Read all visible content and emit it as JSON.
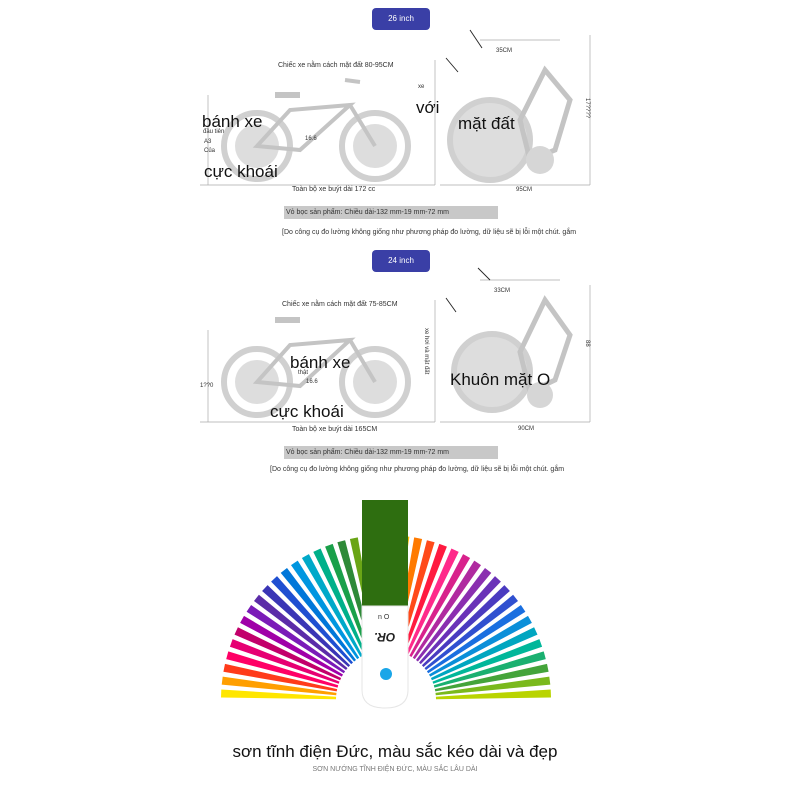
{
  "bike26": {
    "badge": "26 inch",
    "saddle_height": "Chiếc xe nằm cách mặt đất 80-95CM",
    "label_xe": "xe",
    "label_voi": "với",
    "label_wheel": "bánh xe",
    "label_first": "đầu tiên",
    "label_a3": "A3",
    "label_cua": "Của",
    "label_pedal": "cực khoái",
    "label_ground": "mặt đất",
    "label_16": "16.6",
    "top_dim": "35CM",
    "right_dim": "17????",
    "bottom_dim": "95CM",
    "total_length": "Toàn bộ xe buýt dài 172 cc",
    "packaging": "Vỏ bọc sản phẩm: Chiều dài-132 mm-19 mm-72 mm",
    "disclaimer": "[Do công cụ đo lường không giống như phương pháp đo lường, dữ liệu sẽ bị lỗi một chút. gắm"
  },
  "bike24": {
    "badge": "24 inch",
    "saddle_height": "Chiếc xe nằm cách mặt đất 75-85CM",
    "label_wheel": "bánh xe",
    "label_that": "thật",
    "label_16": "16.6",
    "label_left": "1??0",
    "label_pedal": "cực khoái",
    "label_vertical": "xe hơi và mặt đất",
    "label_face": "Khuôn mặt O",
    "top_dim": "33CM",
    "right_dim": "88",
    "bottom_dim": "90CM",
    "total_length": "Toàn bộ xe buýt dài 165CM",
    "packaging": "Vỏ bọc sản phẩm: Chiều dài-132 mm-19 mm-72 mm",
    "disclaimer": "[Do công cụ đo lường không giống như phương pháp đo lường, dữ liệu sẽ bị lỗi một chút. gắm"
  },
  "paint": {
    "chip_text": "n O",
    "chip_logo": "OR.",
    "headline": "sơn tĩnh điện Đức, màu sắc kéo dài và đẹp",
    "subline": "SƠN NƯỚNG TĨNH ĐIỆN ĐỨC, MÀU SẮC LÂU DÀI",
    "colors": [
      "#ffe600",
      "#ff9f00",
      "#ff3b1a",
      "#ff0066",
      "#e60073",
      "#c2006b",
      "#a000a8",
      "#7a1bb8",
      "#5b2ca8",
      "#3a35b5",
      "#1f4fd1",
      "#0077d9",
      "#0096e0",
      "#00a9c9",
      "#00b08a",
      "#1aa04a",
      "#2e8a38",
      "#6aa516",
      "#9cc800",
      "#c8d800",
      "#f7e000",
      "#ffbf00",
      "#ff7a00",
      "#ff4a1a",
      "#ff1a40",
      "#ff2a8a",
      "#d8228c",
      "#b02aa0",
      "#8a2fb0",
      "#6a32b8",
      "#4a3bc0",
      "#3050d0",
      "#1a6fe0",
      "#0b8fd9",
      "#00a6c0",
      "#00b79a",
      "#1ab070",
      "#44a43a",
      "#7ab91c",
      "#b9d400"
    ],
    "tube_color": "#2e6e10",
    "dot_color": "#1aa6e8"
  }
}
